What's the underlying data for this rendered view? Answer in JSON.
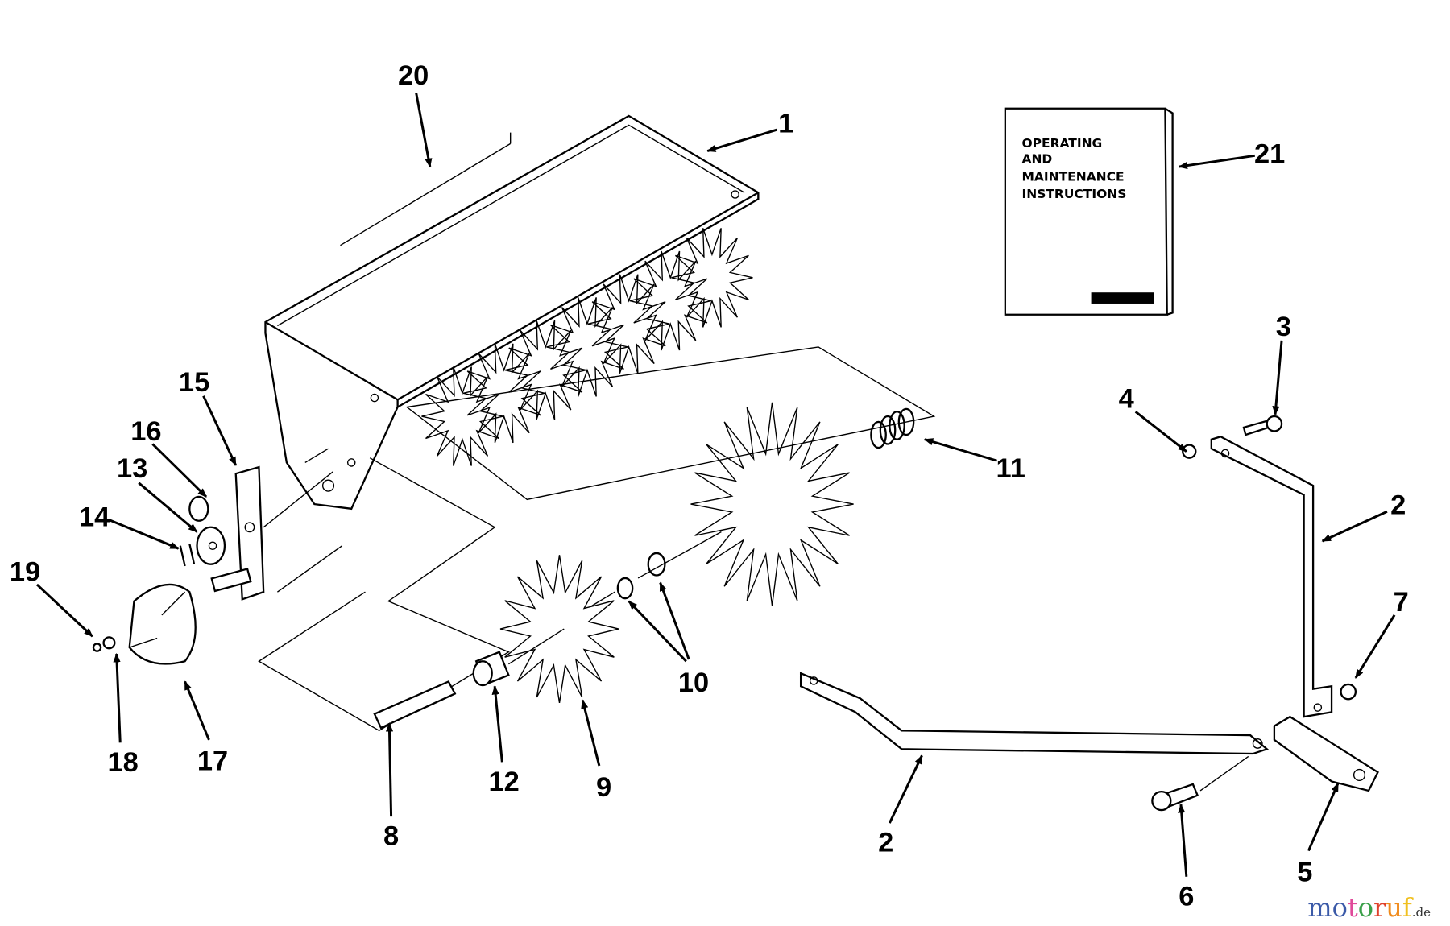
{
  "diagram": {
    "manual_cover": [
      "OPERATING",
      "AND",
      "MAINTENANCE",
      "INSTRUCTIONS"
    ],
    "callouts": {
      "c1": "1",
      "c2a": "2",
      "c2b": "2",
      "c3": "3",
      "c4": "4",
      "c5": "5",
      "c6": "6",
      "c7": "7",
      "c8": "8",
      "c9": "9",
      "c10": "10",
      "c11": "11",
      "c12": "12",
      "c13": "13",
      "c14": "14",
      "c15": "15",
      "c16": "16",
      "c17": "17",
      "c18": "18",
      "c19": "19",
      "c20": "20",
      "c21": "21"
    }
  },
  "watermark": {
    "letters": [
      "m",
      "o",
      "t",
      "o",
      "r",
      "u",
      "f"
    ],
    "colors": [
      "#3b5aa8",
      "#3b5aa8",
      "#e04a9a",
      "#3aa04a",
      "#e0402a",
      "#f08a1a",
      "#f0c020"
    ],
    "suffix": ".de"
  }
}
